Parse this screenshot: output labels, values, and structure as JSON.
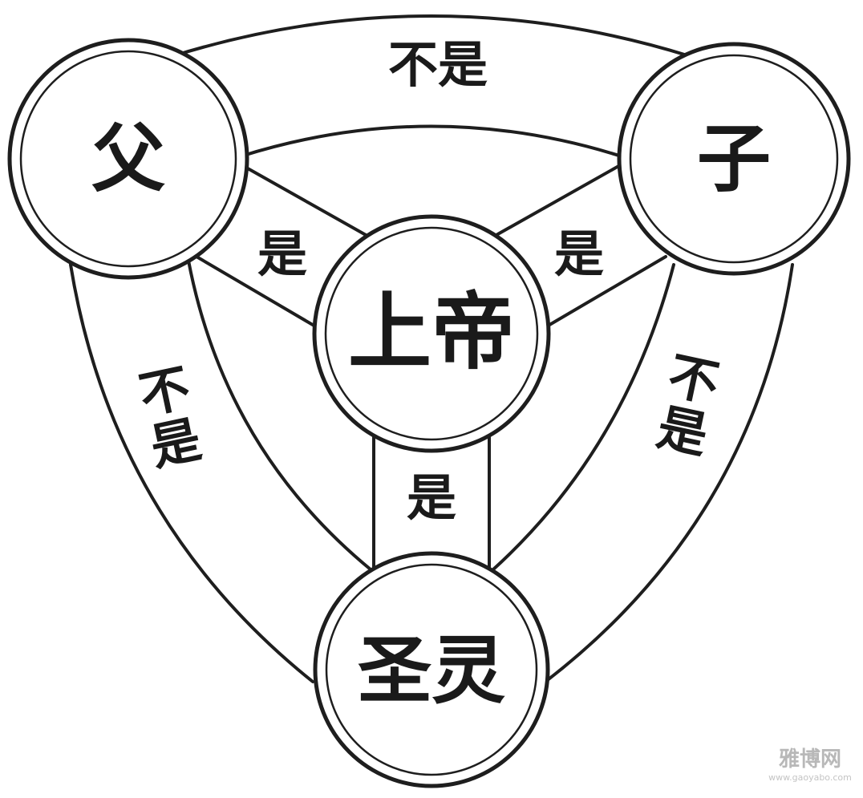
{
  "diagram": {
    "nodes": {
      "father": "父",
      "son": "子",
      "spirit": "圣灵",
      "god": "上帝"
    },
    "links": {
      "father_son": "不是",
      "father_spirit": "不是",
      "son_spirit": "不是",
      "father_god": "是",
      "son_god": "是",
      "spirit_god": "是"
    }
  },
  "watermark": {
    "title": "雅博网",
    "url": "www.gaoyabo.com"
  }
}
